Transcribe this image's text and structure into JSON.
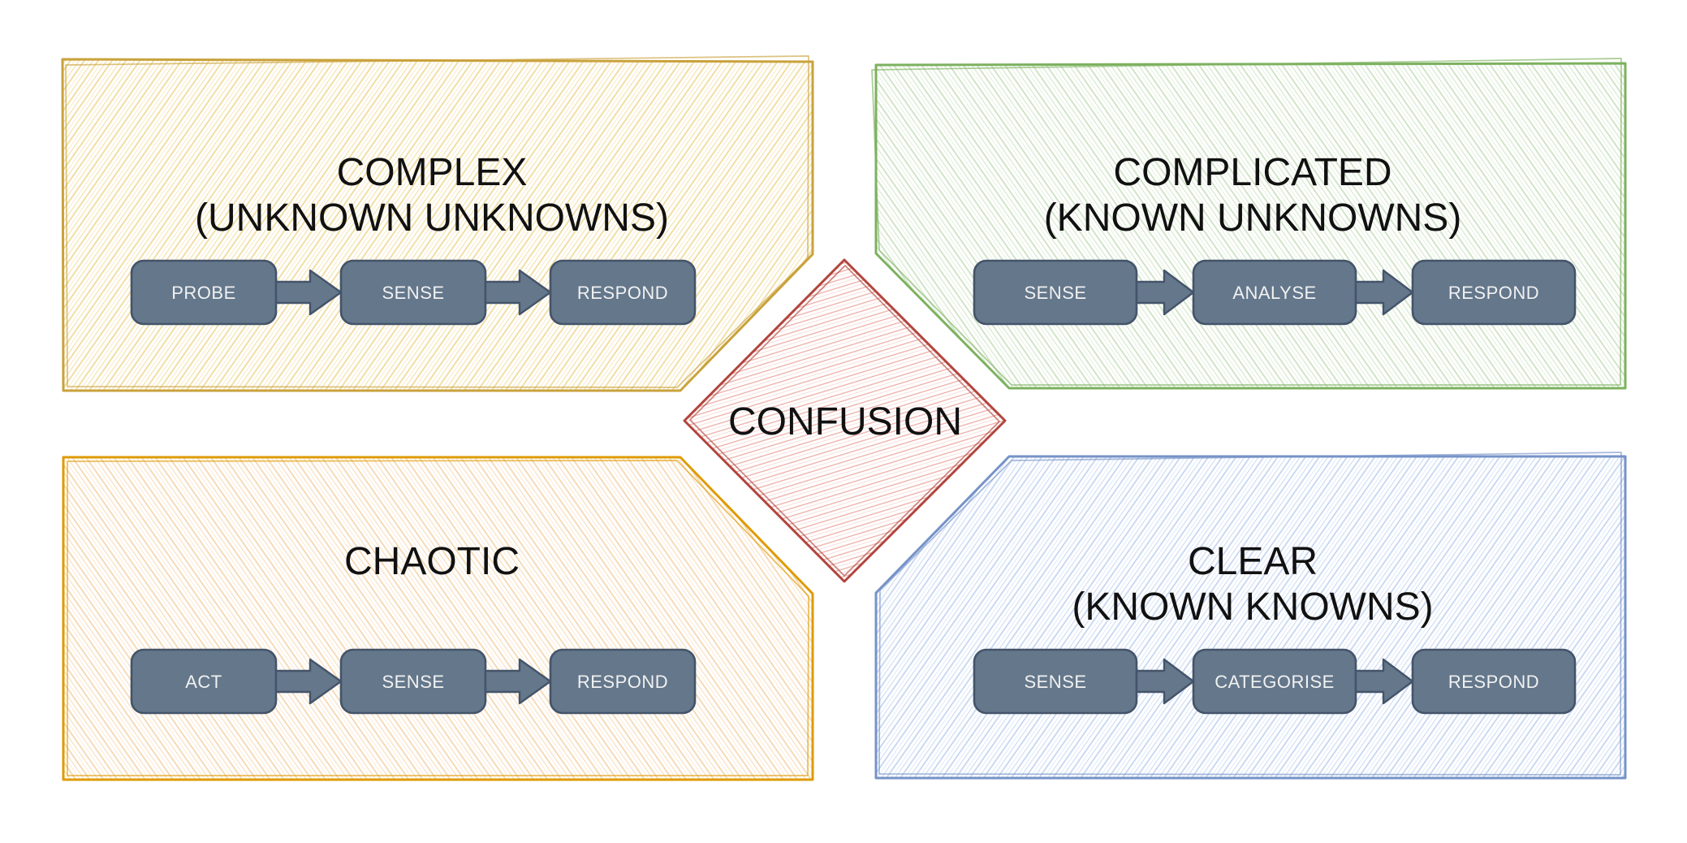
{
  "diagram": "Cynefin framework",
  "background": "#FFFFFF",
  "quadrants": [
    {
      "id": "complex",
      "title_line1": "COMPLEX",
      "title_line2": "(UNKNOWN UNKNOWNS)",
      "steps": [
        "PROBE",
        "SENSE",
        "RESPOND"
      ],
      "accent": "#C9A23C",
      "hatch": "#F1DB9C"
    },
    {
      "id": "complicated",
      "title_line1": "COMPLICATED",
      "title_line2": "(KNOWN UNKNOWNS)",
      "steps": [
        "SENSE",
        "ANALYSE",
        "RESPOND"
      ],
      "accent": "#7CB15F",
      "hatch": "#CDE2C3"
    },
    {
      "id": "chaotic",
      "title_line1": "CHAOTIC",
      "title_line2": "",
      "steps": [
        "ACT",
        "SENSE",
        "RESPOND"
      ],
      "accent": "#DE9B04",
      "hatch": "#F6D7B0"
    },
    {
      "id": "clear",
      "title_line1": "CLEAR",
      "title_line2": "(KNOWN KNOWNS)",
      "steps": [
        "SENSE",
        "CATEGORISE",
        "RESPOND"
      ],
      "accent": "#7693C7",
      "hatch": "#C6D6F1"
    }
  ],
  "center": {
    "label": "CONFUSION",
    "accent": "#B2453E",
    "hatch": "#EEB4AD"
  },
  "step_box_style": {
    "fill": "#64778B",
    "stroke": "#44546A",
    "text_color": "#F1F1F1"
  },
  "title_color": "#111111"
}
